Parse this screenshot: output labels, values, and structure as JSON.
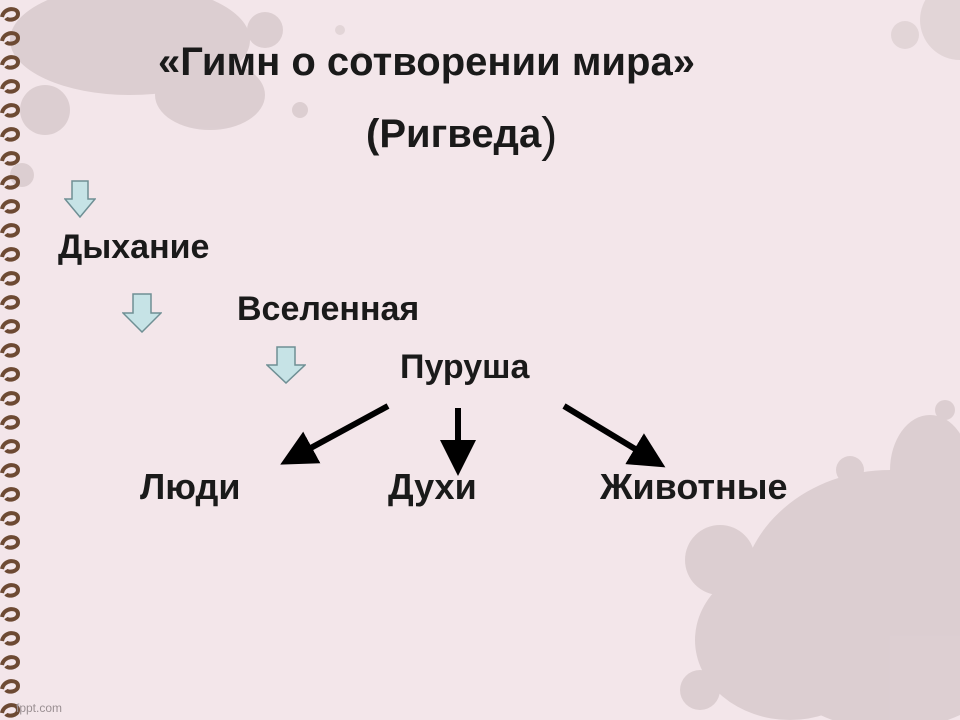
{
  "slide": {
    "title_line1": "«Гимн о сотворении мира»",
    "title_line2": "(Ригведа",
    "title_line2_paren": ")",
    "steps": {
      "breath": "Дыхание",
      "universe": "Вселенная",
      "purusha": "Пуруша"
    },
    "outcomes": {
      "people": "Люди",
      "spirits": "Духи",
      "animals": "Животные"
    },
    "footer": "fppt.com"
  },
  "colors": {
    "background": "#f3e6ea",
    "text": "#1a1a1a",
    "step_arrow_fill": "#c6e3e6",
    "step_arrow_stroke": "#6f8f94",
    "splash": "#cbbcbd",
    "spiral": "#6d4a33"
  },
  "icons": {
    "step_arrow": "down-arrow-icon",
    "branch_arrow": "black-arrow-icon"
  }
}
